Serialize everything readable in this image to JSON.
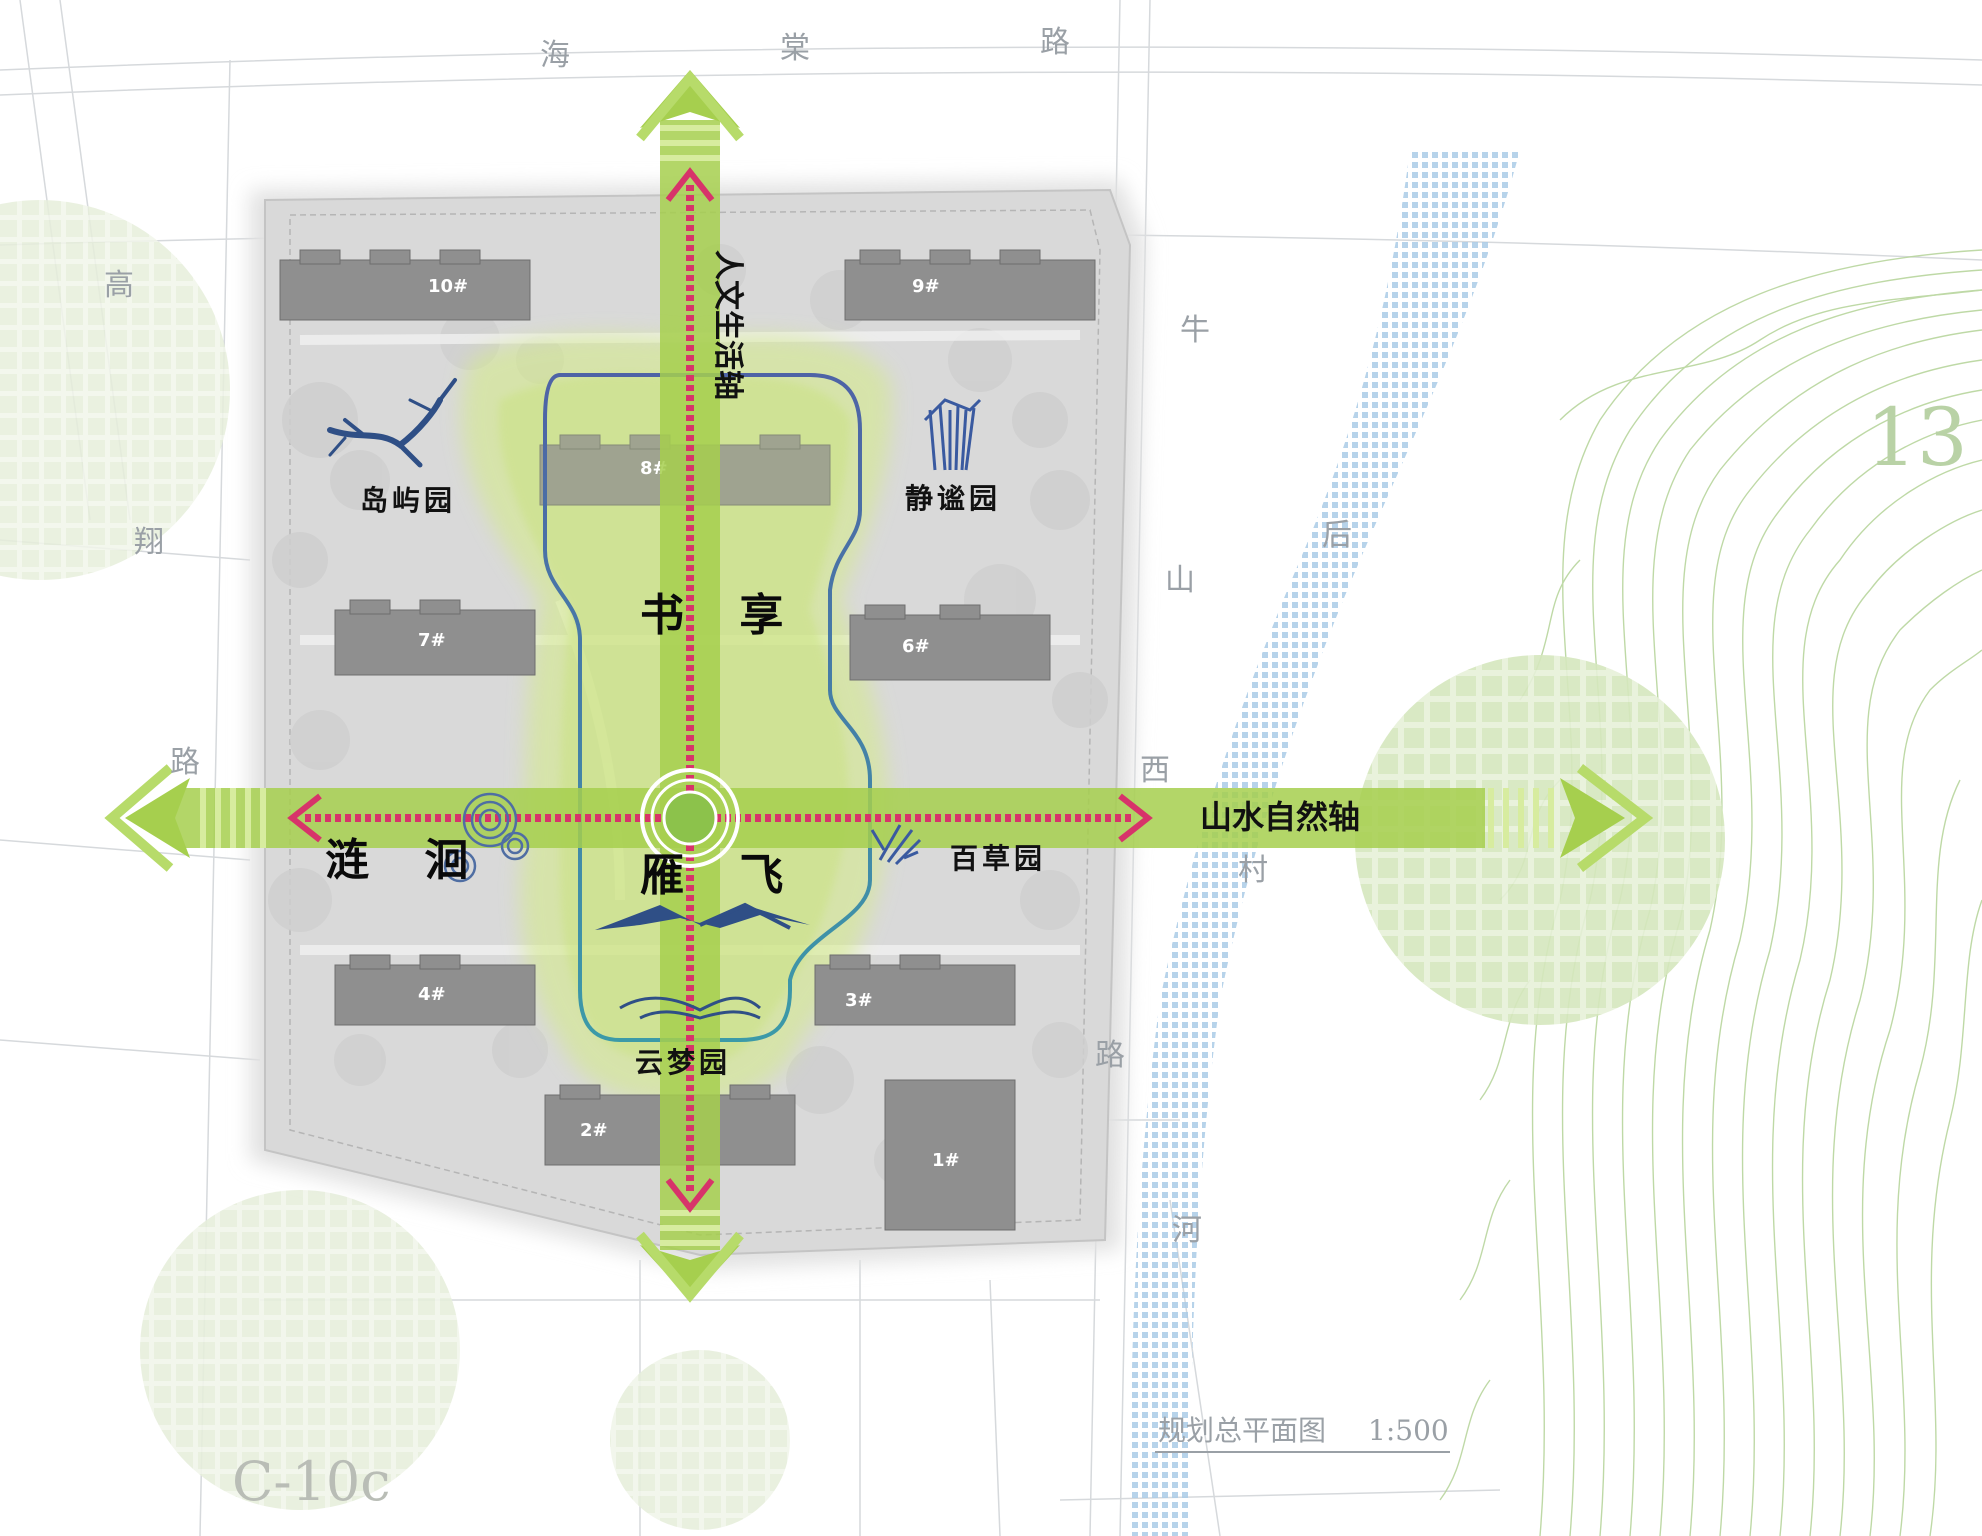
{
  "roads": {
    "top": [
      "海",
      "棠",
      "路"
    ],
    "left": [
      "高",
      "翔",
      "路"
    ],
    "right": [
      "牛",
      "山",
      "西",
      "路"
    ],
    "river": [
      "后",
      "村",
      "河"
    ]
  },
  "buildings": [
    "10#",
    "9#",
    "8#",
    "7#",
    "6#",
    "4#",
    "3#",
    "2#",
    "1#"
  ],
  "gardens": {
    "islands": "岛屿园",
    "quiet": "静谧园",
    "herbs": "百草园",
    "cloud": "云梦园",
    "left_water": "涟 洄"
  },
  "central": {
    "top": "书 享",
    "bottom": "雁 飞"
  },
  "axes": {
    "vertical": "人文生活轴",
    "horizontal": "山水自然轴"
  },
  "plot_ids": {
    "left": "C-10c",
    "right": "13"
  },
  "title": {
    "text": "规划总平面图",
    "scale": "1:500"
  },
  "colors": {
    "axis_green": "#a6cf4e",
    "axis_light": "#c3e27e",
    "axis_red": "#d7336a",
    "loop_blue": "#4f6ea3",
    "glow_green": "#d8ec8e",
    "river_blue": "#c7dced",
    "contour_green": "#b6d49b",
    "building_gray": "#8c8c8c"
  },
  "icons": [
    "compass-target-icon",
    "tree-icon",
    "bamboo-icon",
    "grass-icon",
    "ripple-icon",
    "mountain-icon",
    "wave-icon"
  ]
}
